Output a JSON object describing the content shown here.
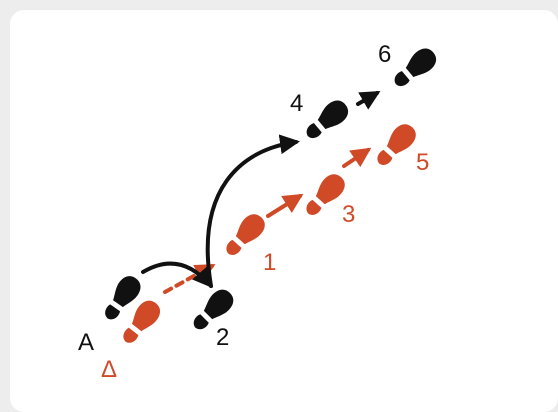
{
  "colors": {
    "black_steps": "#111111",
    "red_steps": "#d04a28",
    "background": "#ffffff"
  },
  "labels": {
    "black_start": "A",
    "red_start": "Δ",
    "step_2": "2",
    "step_4": "4",
    "step_6": "6",
    "step_1": "1",
    "step_3": "3",
    "step_5": "5"
  },
  "icons": {
    "footprint": "shoe-print-icon",
    "arrow": "arrow-icon"
  }
}
